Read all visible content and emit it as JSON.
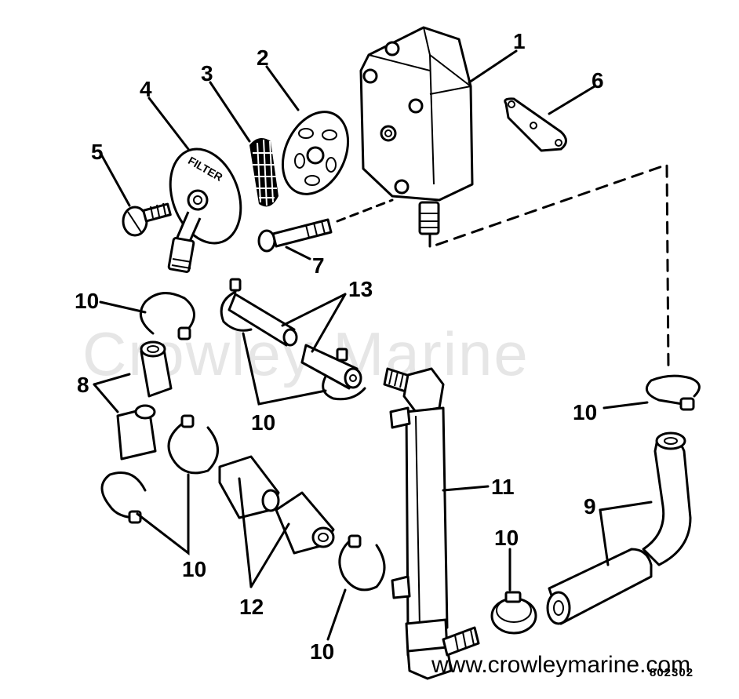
{
  "watermark": "Crowley Marine",
  "site": "www.crowleymarine.com",
  "diagram_code": "802302",
  "callouts": [
    {
      "key": "c1",
      "text": "1"
    },
    {
      "key": "c2",
      "text": "2"
    },
    {
      "key": "c3",
      "text": "3"
    },
    {
      "key": "c4",
      "text": "4"
    },
    {
      "key": "c5",
      "text": "5"
    },
    {
      "key": "c6",
      "text": "6"
    },
    {
      "key": "c7",
      "text": "7"
    },
    {
      "key": "c13",
      "text": "13"
    },
    {
      "key": "c10a",
      "text": "10"
    },
    {
      "key": "c8",
      "text": "8"
    },
    {
      "key": "c10b",
      "text": "10"
    },
    {
      "key": "c10c",
      "text": "10"
    },
    {
      "key": "c11",
      "text": "11"
    },
    {
      "key": "c9",
      "text": "9"
    },
    {
      "key": "c10d",
      "text": "10"
    },
    {
      "key": "c10e",
      "text": "10"
    },
    {
      "key": "c12",
      "text": "12"
    },
    {
      "key": "c10f",
      "text": "10"
    }
  ],
  "filter_lettering": "FILTER"
}
